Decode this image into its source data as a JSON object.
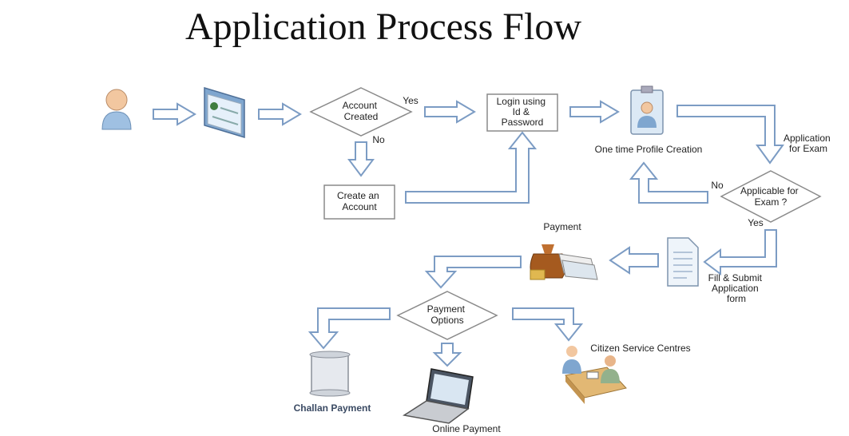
{
  "title": "Application Process Flow",
  "nodes": {
    "account_created": [
      "Account",
      "Created"
    ],
    "login": [
      "Login using",
      "Id &",
      "Password"
    ],
    "create_account": [
      "Create an",
      "Account"
    ],
    "profile": "One time Profile Creation",
    "application_for_exam": [
      "Application",
      "for Exam"
    ],
    "applicable": [
      "Applicable for",
      "Exam ?"
    ],
    "fill_submit": [
      "Fill & Submit",
      "Application",
      "form"
    ],
    "payment": "Payment",
    "payment_options": [
      "Payment",
      "Options"
    ],
    "citizen_centres": "Citizen Service Centres",
    "challan": "Challan Payment",
    "online": "Online Payment"
  },
  "edges": {
    "yes_1": "Yes",
    "no_1": "No",
    "no_2": "No",
    "yes_2": "Yes"
  },
  "icons": [
    "user-icon",
    "web-page-icon",
    "profile-badge-icon",
    "form-document-icon",
    "money-bag-icon",
    "scroll-icon",
    "laptop-icon",
    "service-desk-icon"
  ],
  "colors": {
    "arrow_stroke": "#7c9cc4",
    "box_stroke": "#8a8a8a"
  }
}
